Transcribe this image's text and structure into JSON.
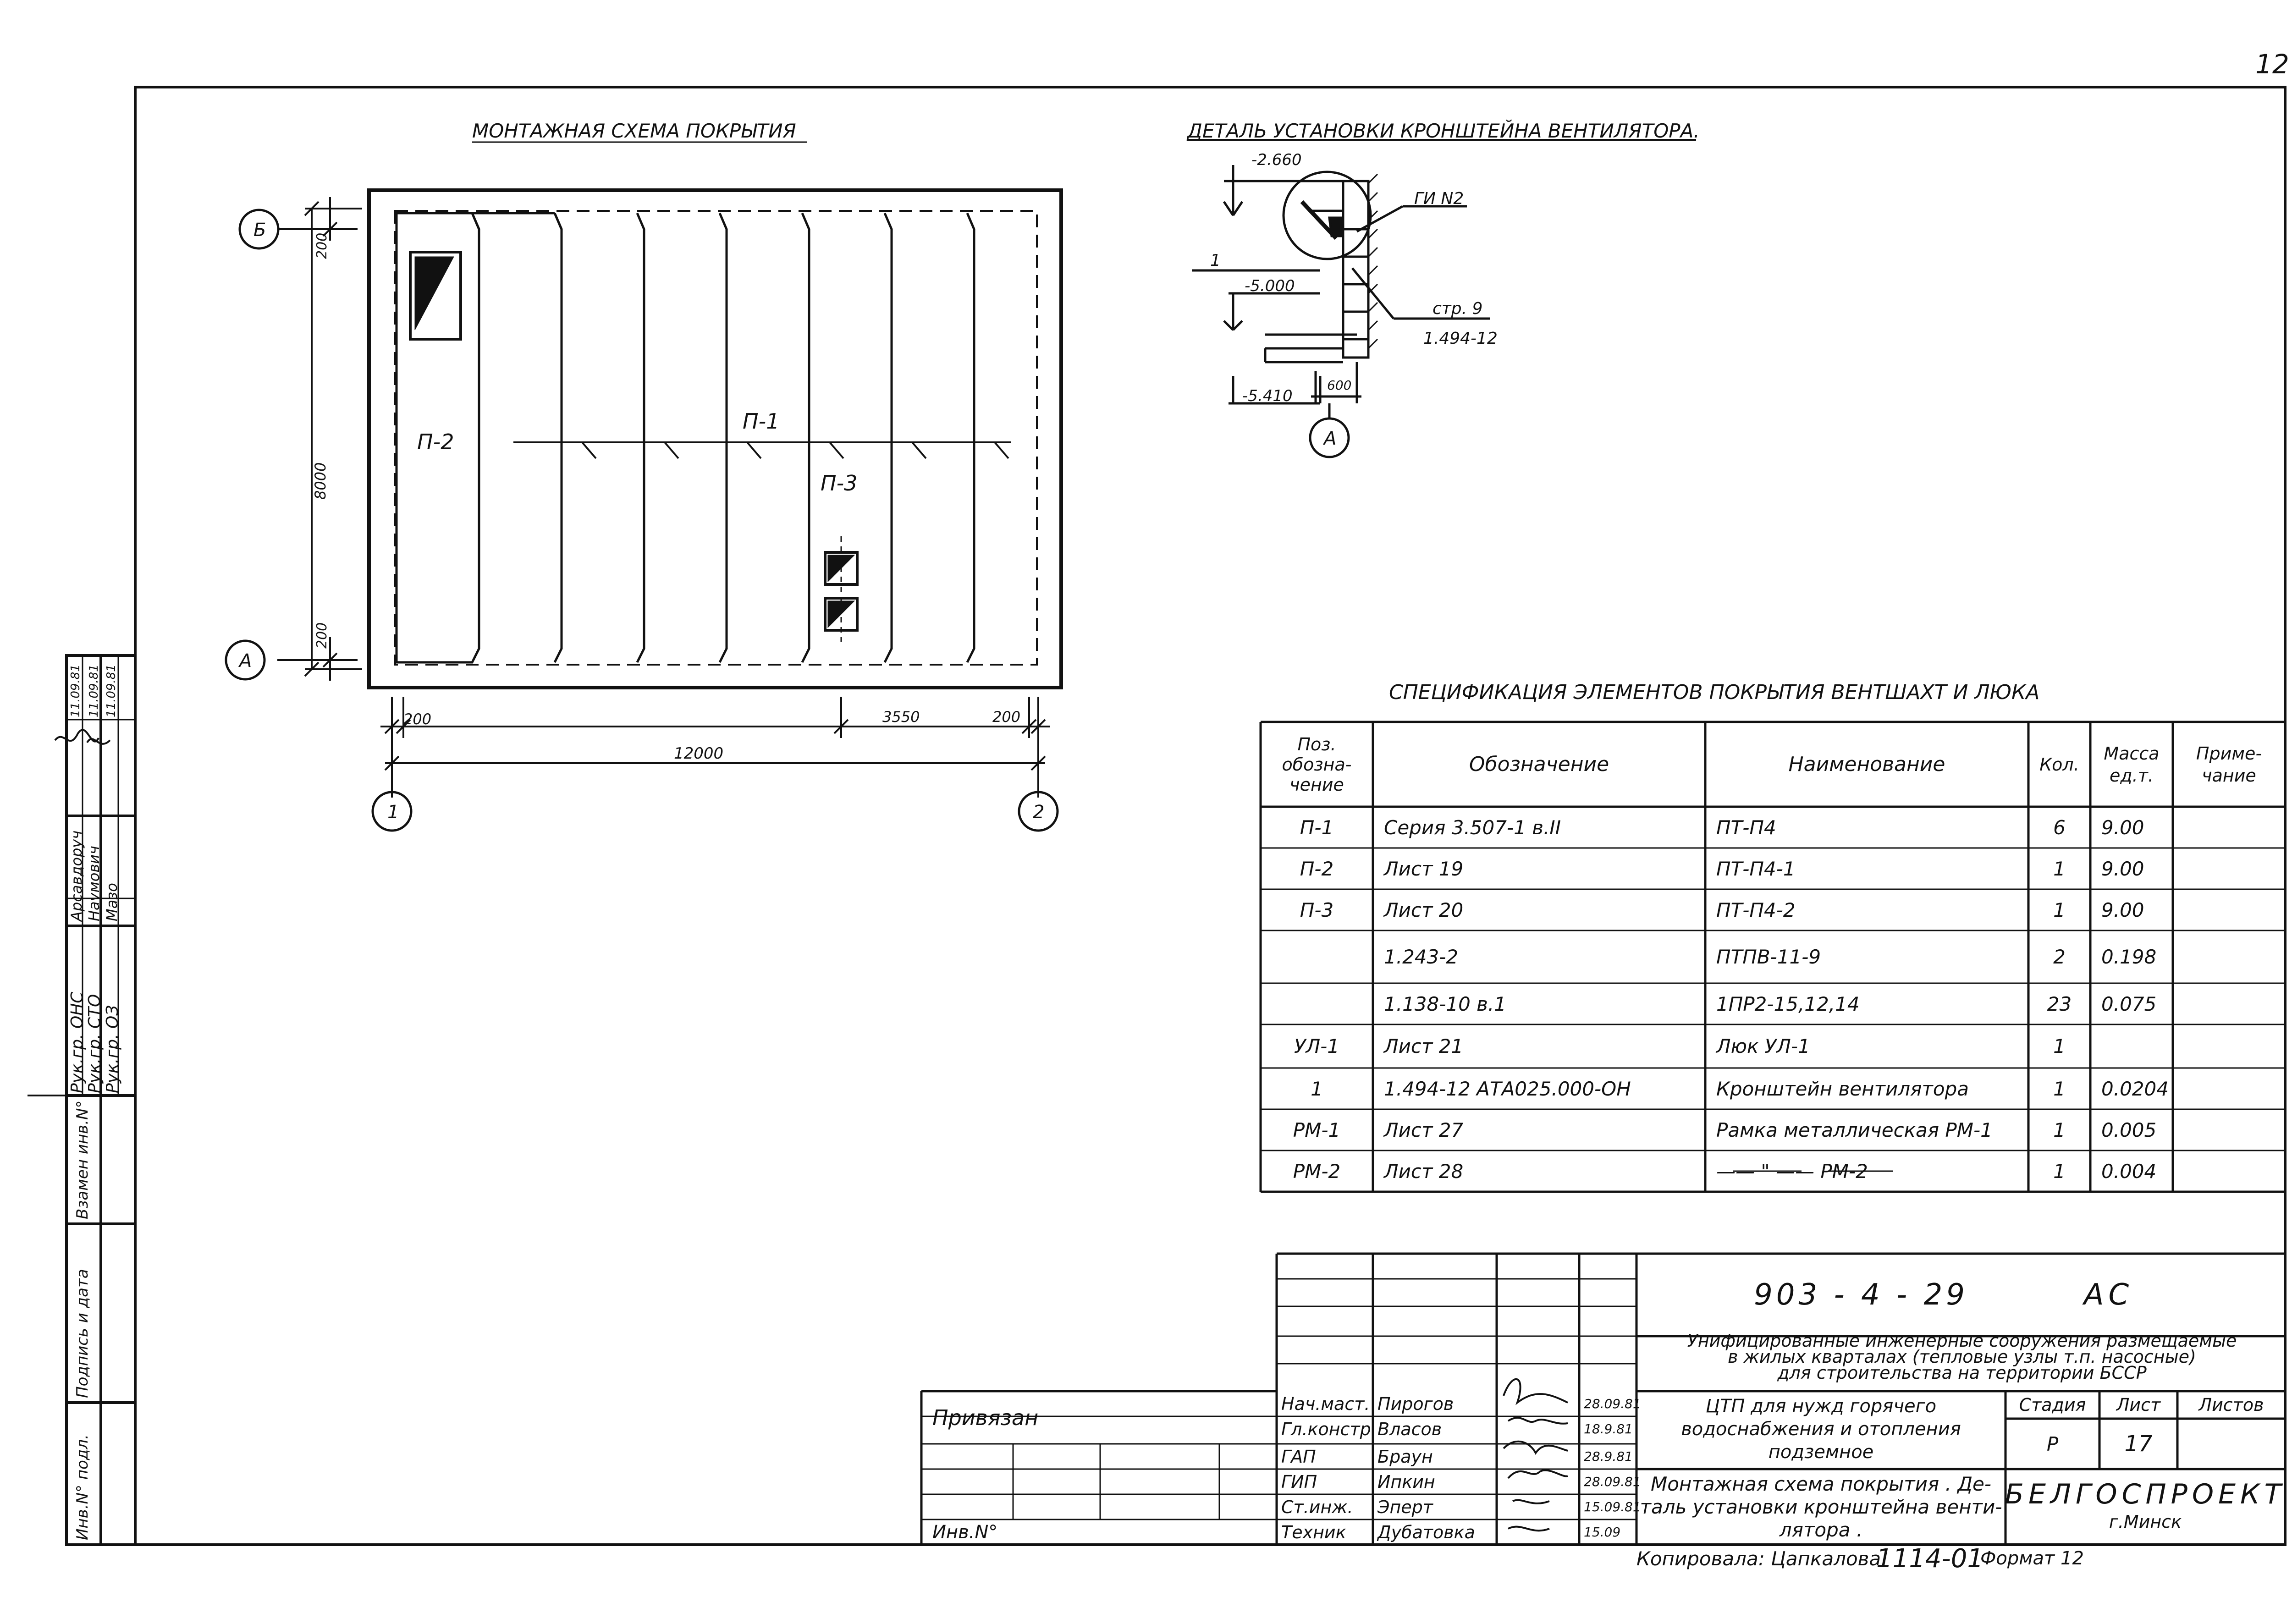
{
  "page_number": "12",
  "plan": {
    "title": "МОНТАЖНАЯ СХЕМА ПОКРЫТИЯ",
    "axis_b": "Б",
    "axis_a": "А",
    "axis_1": "1",
    "axis_2": "2",
    "dim_200_top": "200",
    "dim_8000": "8000",
    "dim_200_bottom": "200",
    "dim_200_left": "200",
    "dim_3550": "3550",
    "dim_200_right": "200",
    "dim_12000": "12000",
    "label_p1": "П-1",
    "label_p2": "П-2",
    "label_p3": "П-3"
  },
  "detail": {
    "title": "ДЕТАЛЬ УСТАНОВКИ КРОНШТЕЙНА ВЕНТИЛЯТОРА.",
    "elev_top": "-2.660",
    "label_gi": "ГИ N2",
    "label_1": "1",
    "elev_mid": "-5.000",
    "ref_str": "стр. 9",
    "ref_num": "1.494-12",
    "elev_bottom": "-5.410",
    "dim_600": "600",
    "axis_a": "А"
  },
  "spec": {
    "title": "СПЕЦИФИКАЦИЯ ЭЛЕМЕНТОВ ПОКРЫТИЯ ВЕНТШАХТ И ЛЮКА",
    "headers": {
      "pos": "Поз. обозна- чение",
      "oboz": "Обозначение",
      "name": "Наименование",
      "kol": "Кол.",
      "mass": "Масса ед.т.",
      "prim": "Приме- чание"
    },
    "rows": [
      {
        "pos": "П-1",
        "oboz": "Серия 3.507-1 в.II",
        "name": "ПТ-П4",
        "kol": "6",
        "mass": "9.00"
      },
      {
        "pos": "П-2",
        "oboz": "Лист 19",
        "name": "ПТ-П4-1",
        "kol": "1",
        "mass": "9.00"
      },
      {
        "pos": "П-3",
        "oboz": "Лист 20",
        "name": "ПТ-П4-2",
        "kol": "1",
        "mass": "9.00"
      },
      {
        "pos": "",
        "oboz": "1.243-2",
        "name": "ПТПВ-11-9",
        "kol": "2",
        "mass": "0.198"
      },
      {
        "pos": "",
        "oboz": "1.138-10 в.1",
        "name": "1ПР2-15,12,14",
        "kol": "23",
        "mass": "0.075"
      },
      {
        "pos": "УЛ-1",
        "oboz": "Лист 21",
        "name": "Люк УЛ-1",
        "kol": "1",
        "mass": ""
      },
      {
        "pos": "1",
        "oboz": "1.494-12 АТА025.000-ОН",
        "name": "Кронштейн вентилятора",
        "kol": "1",
        "mass": "0.0204"
      },
      {
        "pos": "РМ-1",
        "oboz": "Лист 27",
        "name": "Рамка металлическая РМ-1",
        "kol": "1",
        "mass": "0.005"
      },
      {
        "pos": "РМ-2",
        "oboz": "Лист 28",
        "name": "—— \" —— РМ-2",
        "kol": "1",
        "mass": "0.004"
      }
    ]
  },
  "stamp": {
    "code": "903 - 4 - 29",
    "mark": "АС",
    "project_line1": "Унифицированные инженерные сооружения размещаемые",
    "project_line2": "в жилых кварталах (тепловые узлы т.п. насосные)",
    "project_line3": "для строительства на территории БССР",
    "object_line1": "ЦТП для нужд горячего",
    "object_line2": "водоснабжения и отопления",
    "object_line3": "подземное",
    "stage_label": "Стадия",
    "sheet_label": "Лист",
    "sheets_label": "Листов",
    "stage_value": "Р",
    "sheet_value": "17",
    "sheet_title_1": "Монтажная схема покрытия . Де-",
    "sheet_title_2": "таль установки кронштейна венти-",
    "sheet_title_3": "лятора .",
    "org_name": "БЕЛГОСПРОЕКТ",
    "org_city": "г.Минск",
    "privyazan": "Привязан",
    "inv_no": "Инв.N°",
    "people": [
      {
        "role": "Нач.маст.",
        "name": "Пирогов",
        "date": "28.09.81"
      },
      {
        "role": "Гл.констр.",
        "name": "Власов",
        "date": "18.9.81"
      },
      {
        "role": "ГАП",
        "name": "Браун",
        "date": "28.9.81"
      },
      {
        "role": "ГИП",
        "name": "Ипкин",
        "date": "28.09.81"
      },
      {
        "role": "Ст.инж.",
        "name": "Эперт",
        "date": "15.09.81"
      },
      {
        "role": "Техник",
        "name": "Дубатовка",
        "date": "15.09"
      }
    ],
    "footer": "Копировала: Цапкалова",
    "footer_num": "1114-01",
    "format": "Формат 12"
  },
  "side": {
    "r1_role": "Рук.гр. ОНС",
    "r1_name": "Арсавдоруч",
    "r1_date": "11.09.81",
    "r2_role": "Рук.гр. СТО",
    "r2_name": "Наумович",
    "r2_date": "11.09.81",
    "r3_role": "Рук.гр. ОЗ",
    "r3_name": "Мазо",
    "r3_date": "11.09.81",
    "vz_inv": "Взамен инв.N°",
    "podpis": "Подпись и дата",
    "inv_podl": "Инв.N° подл."
  }
}
